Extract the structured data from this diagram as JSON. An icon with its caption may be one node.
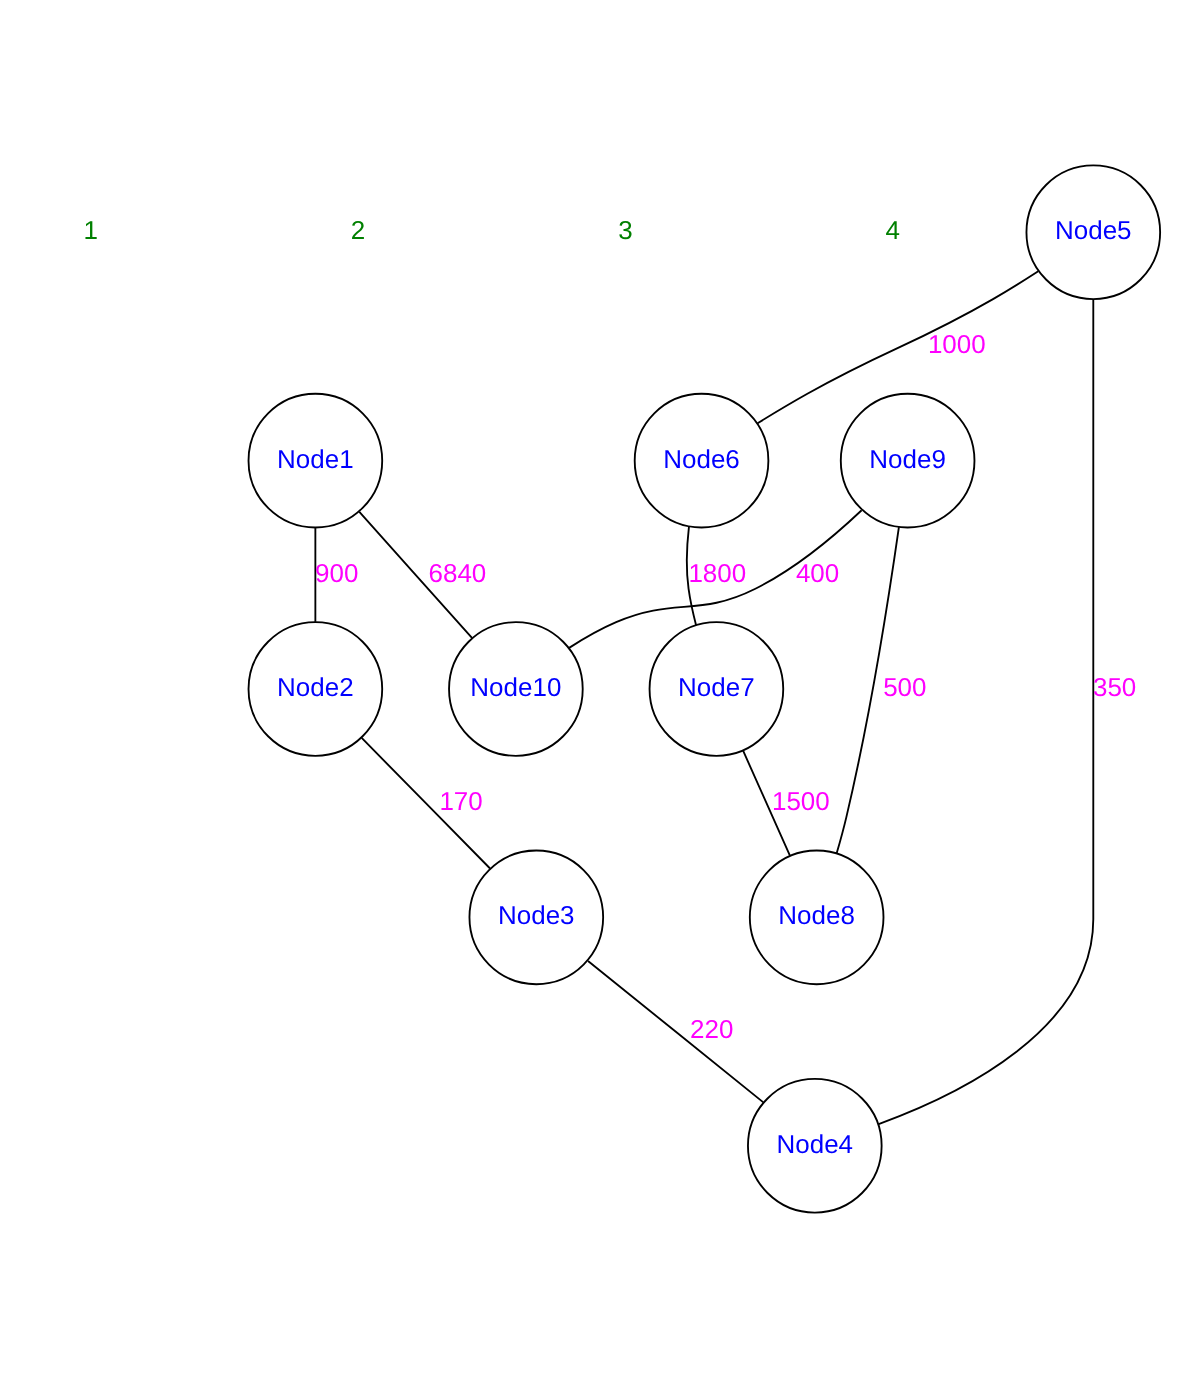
{
  "diagram": {
    "nodes": [
      {
        "text": [
          "Node1"
        ]
      },
      {
        "text": [
          "Node2"
        ]
      },
      {
        "text": [
          "Node3"
        ]
      },
      {
        "text": [
          "Node4"
        ]
      },
      {
        "text": [
          "Node5"
        ]
      },
      {
        "text": [
          "Node6"
        ]
      },
      {
        "text": [
          "Node7"
        ]
      },
      {
        "text": [
          "Node8"
        ]
      },
      {
        "text": [
          "Node9"
        ]
      },
      {
        "text": [
          "Node10"
        ]
      }
    ],
    "edges": [
      {
        "from": 0,
        "to": 1,
        "arrow": "none",
        "label": "900"
      },
      {
        "from": 1,
        "to": 2,
        "arrow": "none",
        "label": "170"
      },
      {
        "from": 2,
        "to": 3,
        "arrow": "none",
        "label": "220"
      },
      {
        "from": 0,
        "to": 9,
        "arrow": "none",
        "label": "6840"
      },
      {
        "from": 4,
        "to": 5,
        "arrow": "none",
        "label": "1000"
      },
      {
        "from": 4,
        "to": 3,
        "arrow": "none",
        "label": "350"
      },
      {
        "from": 5,
        "to": 6,
        "arrow": "none",
        "label": "1800"
      },
      {
        "from": 6,
        "to": 7,
        "arrow": "none",
        "label": "1500"
      },
      {
        "from": 8,
        "to": 9,
        "arrow": "none",
        "label": "400"
      },
      {
        "from": 8,
        "to": 7,
        "arrow": "none",
        "label": "500"
      }
    ],
    "labels": [
      "1",
      "2",
      "3",
      "4"
    ]
  }
}
